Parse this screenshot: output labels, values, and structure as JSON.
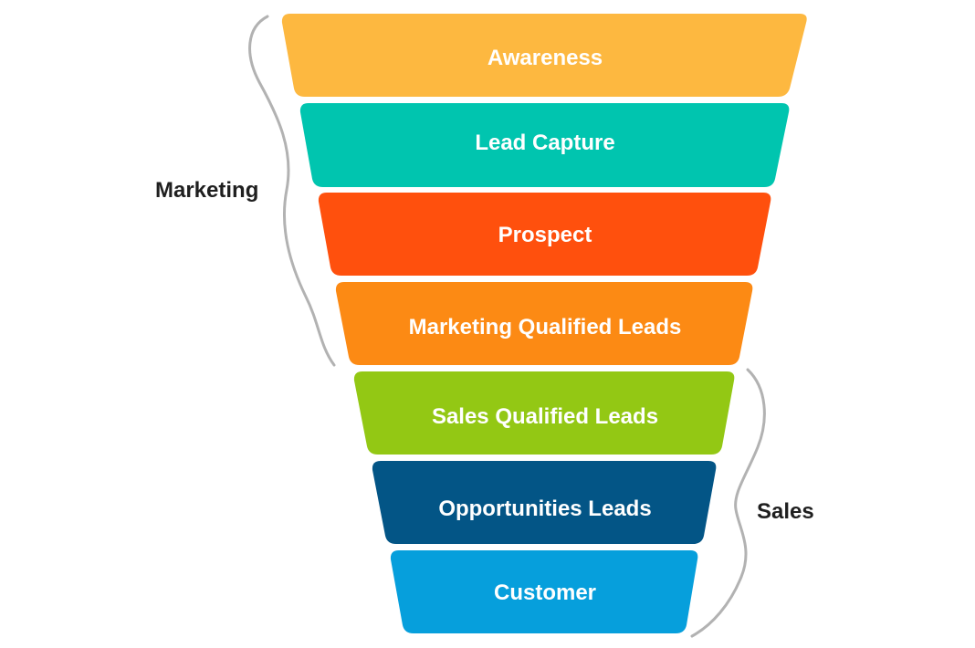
{
  "funnel": {
    "stages": [
      {
        "label": "Awareness",
        "color": "#FDB840"
      },
      {
        "label": "Lead Capture",
        "color": "#00C5AF"
      },
      {
        "label": "Prospect",
        "color": "#FF500D"
      },
      {
        "label": "Marketing Qualified Leads",
        "color": "#FC8A14"
      },
      {
        "label": "Sales Qualified Leads",
        "color": "#93C814"
      },
      {
        "label": "Opportunities Leads",
        "color": "#035586"
      },
      {
        "label": "Customer",
        "color": "#069FDC"
      }
    ]
  },
  "groups": {
    "marketing": {
      "label": "Marketing",
      "brace_color": "#B2B2B2"
    },
    "sales": {
      "label": "Sales",
      "brace_color": "#B2B2B2"
    }
  }
}
